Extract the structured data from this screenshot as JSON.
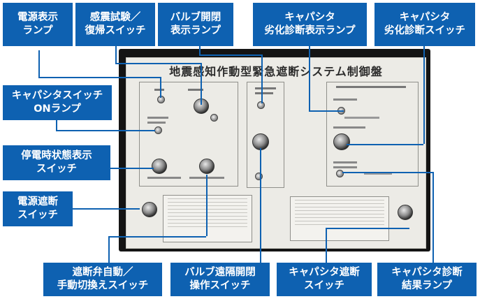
{
  "panel": {
    "title": "地震感知作動型緊急遮断システム制御盤"
  },
  "labels": {
    "power_lamp": "電源表示\nランプ",
    "quake_test_switch": "感震試験／\n復帰スイッチ",
    "valve_lamp": "バルブ開閉\n表示ランプ",
    "capacitor_diag_lamp": "キャパシタ\n劣化診断表示ランプ",
    "capacitor_diag_switch": "キャパシタ\n劣化診断スイッチ",
    "capacitor_on_lamp": "キャパシタスイッチ\nONランプ",
    "outage_status_switch": "停電時状態表示\nスイッチ",
    "power_cutoff_switch": "電源遮断\nスイッチ",
    "valve_mode_switch": "遮断弁自動／\n手動切換えスイッチ",
    "valve_remote_switch": "バルブ遠隔開閉\n操作スイッチ",
    "capacitor_cutoff_switch": "キャパシタ遮断\nスイッチ",
    "capacitor_result_lamp": "キャパシタ診断\n結果ランプ"
  },
  "colors": {
    "label_bg": "#0e61b1",
    "label_text": "#ffffff",
    "panel_face": "#ecebe6",
    "panel_frame": "#141414"
  }
}
